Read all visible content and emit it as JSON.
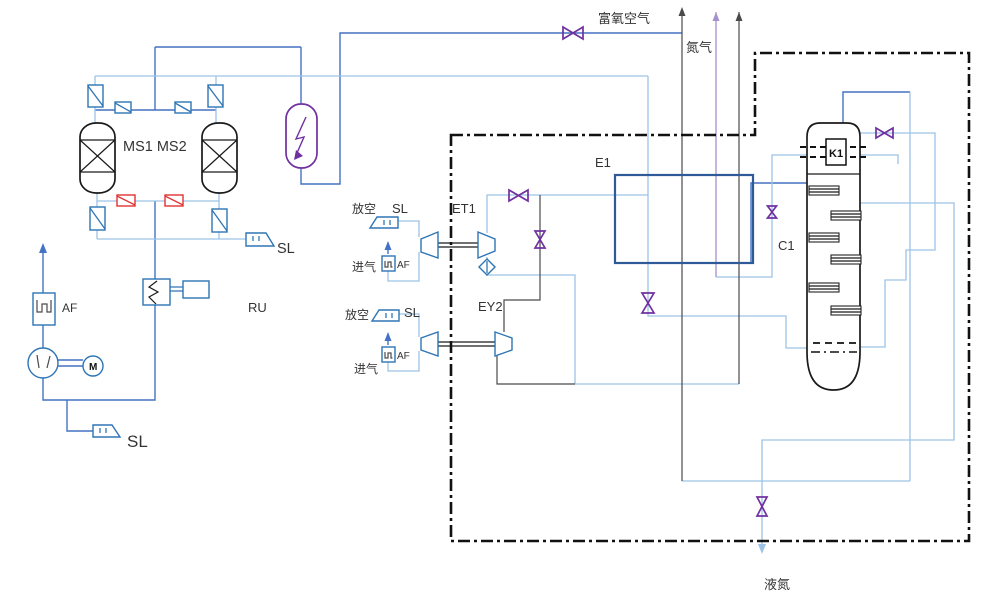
{
  "diagram": {
    "type": "process-flow-diagram",
    "streams": {
      "oxygen_rich_air": "富氧空气",
      "nitrogen": "氮气",
      "liquid_nitrogen": "液氮"
    },
    "equipment": {
      "ms_beds": "MS1 MS2",
      "regen_heater": "RU",
      "main_exchanger": "E1",
      "column": "C1",
      "condenser": "K1",
      "turbine_1": "ET1",
      "turbine_2": "EY2",
      "motor": "M"
    },
    "filters": {
      "af_main": "AF",
      "af_et1": "AF",
      "af_ey2": "AF"
    },
    "silencers": {
      "sl_main": "SL",
      "sl_regen": "SL",
      "sl_et1": "SL",
      "sl_ey2": "SL"
    },
    "ports": {
      "vent_et1": "放空",
      "intake_et1": "进气",
      "vent_ey2": "放空",
      "intake_ey2": "进气"
    },
    "colors": {
      "pipe_light": "#9dc3e6",
      "pipe_medium": "#4472c4",
      "component_blue": "#2e75b6",
      "line_dark": "#4a4a4a",
      "purple": "#7030a0",
      "purple_line": "#a58fcd",
      "red": "#e23333",
      "black": "#1a1a1a",
      "boundary": "#111111"
    }
  }
}
